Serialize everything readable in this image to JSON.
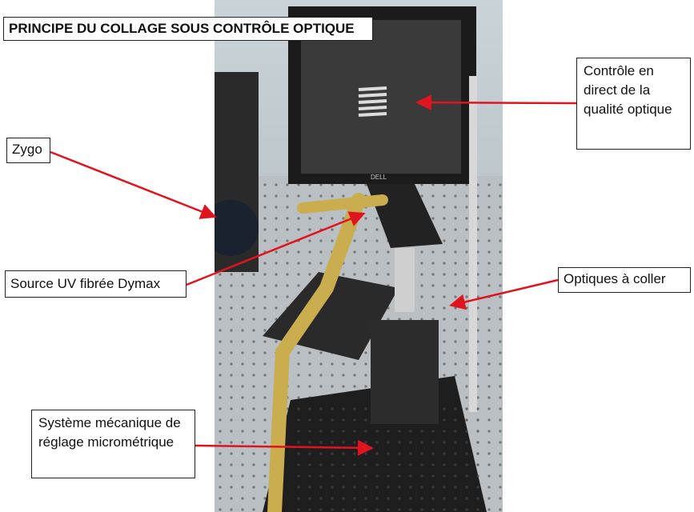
{
  "title": "PRINCIPE DU COLLAGE SOUS CONTRÔLE OPTIQUE",
  "labels": {
    "zygo": "Zygo",
    "controle": "Contrôle en direct de la qualité optique",
    "source_uv": "Source UV fibrée Dymax",
    "optiques": "Optiques à coller",
    "systeme": "Système mécanique de réglage micrométrique"
  },
  "monitor_brand": "DELL",
  "colors": {
    "arrow": "#e0141e",
    "label_border": "#222222"
  }
}
